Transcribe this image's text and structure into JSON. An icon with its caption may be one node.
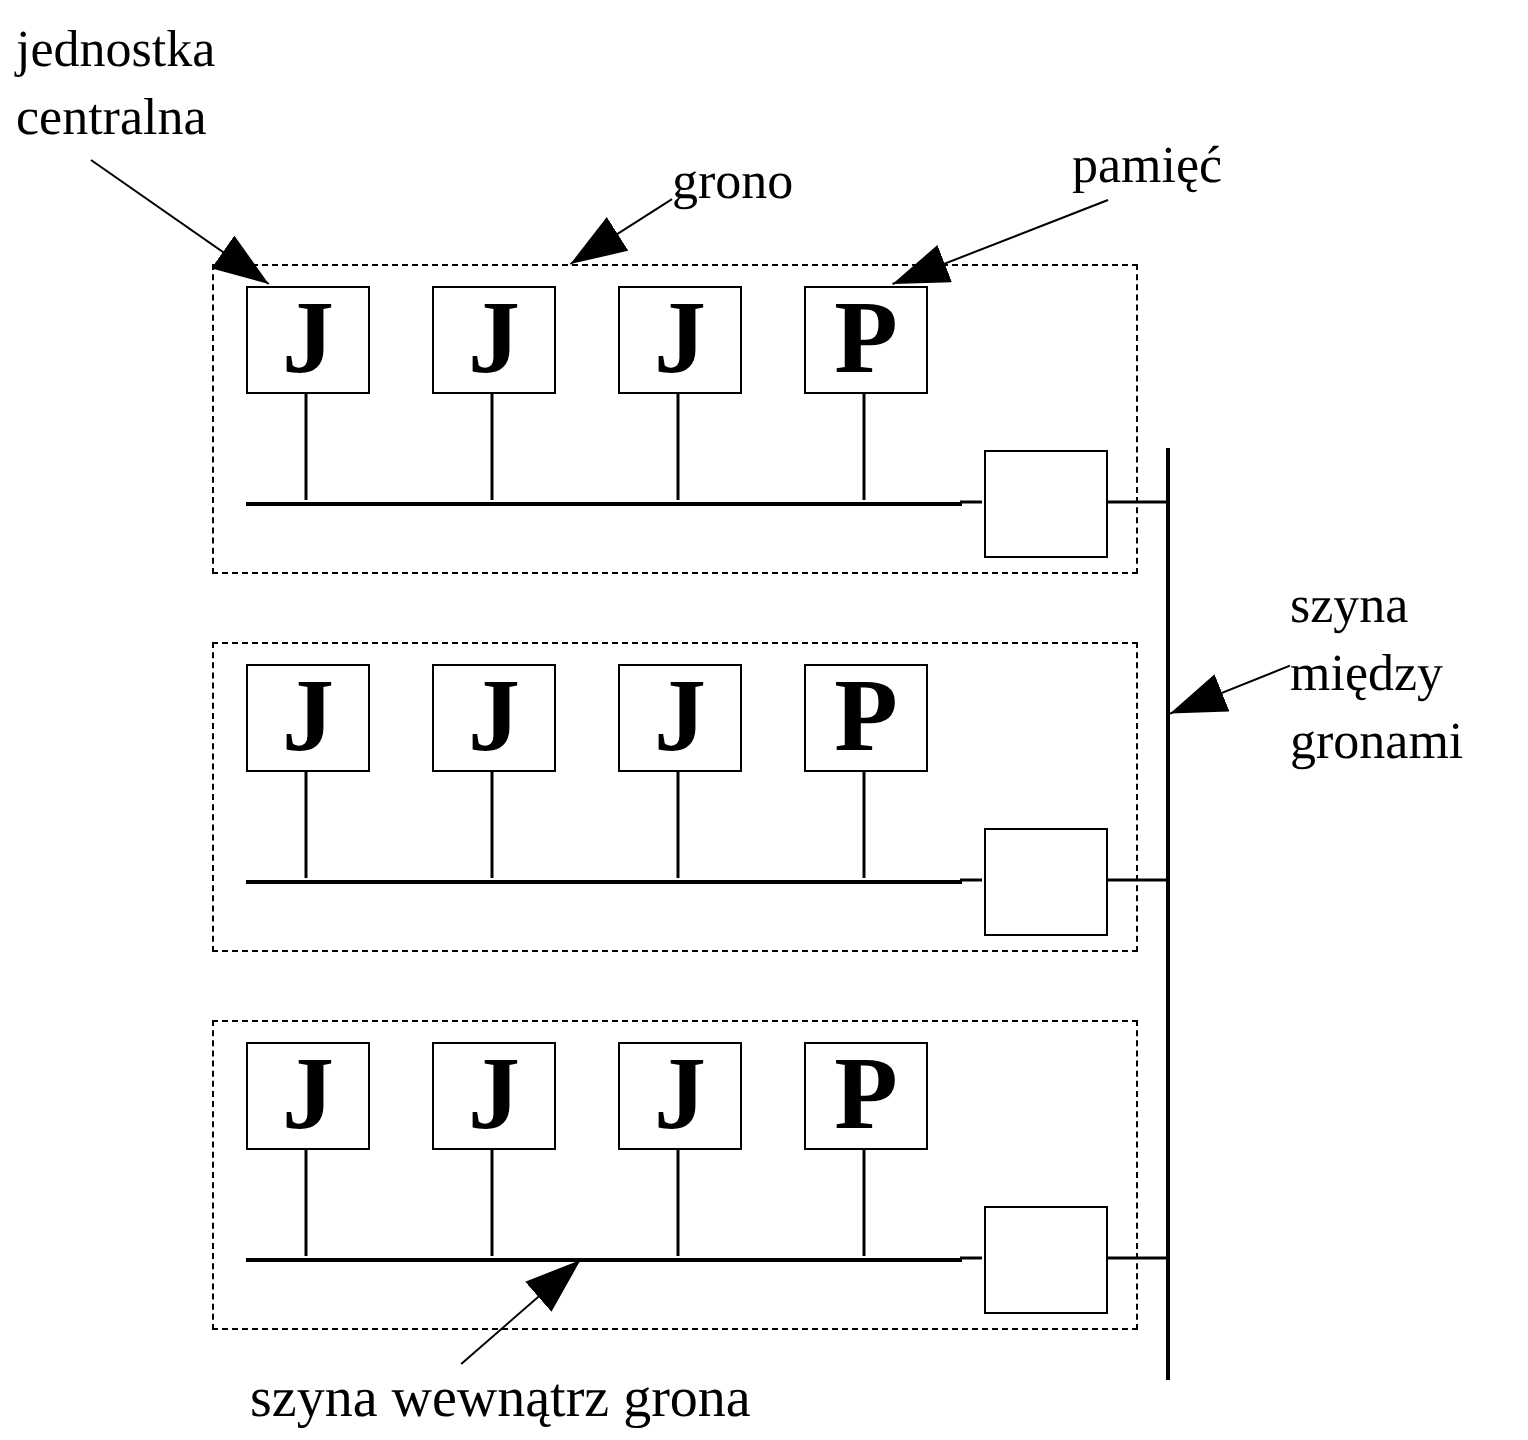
{
  "diagram": {
    "nodes": [
      {
        "text": [
          "jednostka centralna"
        ]
      },
      {
        "text": [
          "grono"
        ]
      },
      {
        "text": [
          "pamięć"
        ]
      },
      {
        "text": [],
        "shape": "box"
      },
      {
        "text": [
          "J"
        ],
        "in": 3
      },
      {
        "text": [
          "J"
        ],
        "in": 3
      },
      {
        "text": [
          "J"
        ],
        "in": 3
      },
      {
        "text": [
          "P"
        ],
        "in": 3
      },
      {
        "text": [],
        "shape": "bar",
        "in": 3
      },
      {
        "text": [],
        "shape": "box",
        "in": 3
      },
      {
        "text": [],
        "shape": "box"
      },
      {
        "text": [
          "J"
        ],
        "in": 10
      },
      {
        "text": [
          "J"
        ],
        "in": 10
      },
      {
        "text": [
          "J"
        ],
        "in": 10
      },
      {
        "text": [
          "P"
        ],
        "in": 10
      },
      {
        "text": [],
        "shape": "bar",
        "in": 10
      },
      {
        "text": [],
        "shape": "box",
        "in": 10
      },
      {
        "text": [],
        "shape": "box"
      },
      {
        "text": [
          "J"
        ],
        "in": 17
      },
      {
        "text": [
          "J"
        ],
        "in": 17
      },
      {
        "text": [
          "J"
        ],
        "in": 17
      },
      {
        "text": [
          "P"
        ],
        "in": 17
      },
      {
        "text": [],
        "shape": "bar",
        "in": 17
      },
      {
        "text": [],
        "shape": "box",
        "in": 17
      },
      {
        "text": [],
        "shape": "bar"
      },
      {
        "text": [
          "szyna między gronami"
        ]
      },
      {
        "text": [
          "szyna wewnątrz grona"
        ]
      }
    ],
    "edges": [
      {
        "from": 0,
        "to": 4,
        "arrow": "to"
      },
      {
        "from": 1,
        "to": 3,
        "arrow": "to"
      },
      {
        "from": 2,
        "to": 7,
        "arrow": "to"
      },
      {
        "from": 4,
        "to": 8,
        "arrow": "none"
      },
      {
        "from": 5,
        "to": 8,
        "arrow": "none"
      },
      {
        "from": 6,
        "to": 8,
        "arrow": "none"
      },
      {
        "from": 7,
        "to": 8,
        "arrow": "none"
      },
      {
        "from": 8,
        "to": 9,
        "arrow": "none"
      },
      {
        "from": 9,
        "to": 24,
        "arrow": "none"
      },
      {
        "from": 11,
        "to": 15,
        "arrow": "none"
      },
      {
        "from": 12,
        "to": 15,
        "arrow": "none"
      },
      {
        "from": 13,
        "to": 15,
        "arrow": "none"
      },
      {
        "from": 14,
        "to": 15,
        "arrow": "none"
      },
      {
        "from": 15,
        "to": 16,
        "arrow": "none"
      },
      {
        "from": 16,
        "to": 24,
        "arrow": "none"
      },
      {
        "from": 18,
        "to": 22,
        "arrow": "none"
      },
      {
        "from": 19,
        "to": 22,
        "arrow": "none"
      },
      {
        "from": 20,
        "to": 22,
        "arrow": "none"
      },
      {
        "from": 21,
        "to": 22,
        "arrow": "none"
      },
      {
        "from": 22,
        "to": 23,
        "arrow": "none"
      },
      {
        "from": 23,
        "to": 24,
        "arrow": "none"
      },
      {
        "from": 25,
        "to": 24,
        "arrow": "to"
      },
      {
        "from": 26,
        "to": 22,
        "arrow": "to"
      }
    ]
  }
}
